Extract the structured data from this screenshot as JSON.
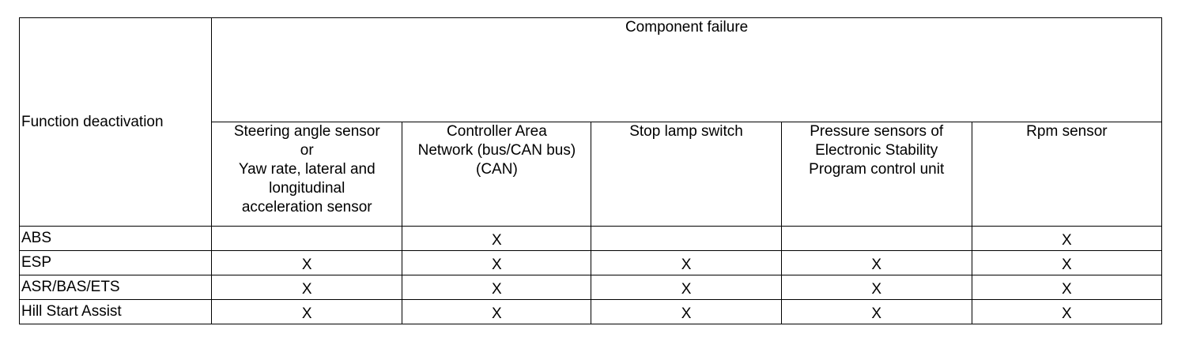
{
  "table": {
    "function_header": "Function deactivation",
    "group_header": "Component failure",
    "components": [
      [
        "Steering angle sensor",
        "or",
        "Yaw rate, lateral and",
        "longitudinal",
        "acceleration sensor"
      ],
      [
        "Controller Area",
        "Network (bus/CAN bus)",
        "(CAN)"
      ],
      [
        "Stop lamp switch"
      ],
      [
        "Pressure sensors of",
        "Electronic Stability",
        "Program control unit"
      ],
      [
        "Rpm sensor"
      ]
    ],
    "rows": [
      {
        "function": "ABS",
        "marks": [
          "",
          "X",
          "",
          "",
          "X"
        ]
      },
      {
        "function": "ESP",
        "marks": [
          "X",
          "X",
          "X",
          "X",
          "X"
        ]
      },
      {
        "function": "ASR/BAS/ETS",
        "marks": [
          "X",
          "X",
          "X",
          "X",
          "X"
        ]
      },
      {
        "function": "Hill Start Assist",
        "marks": [
          "X",
          "X",
          "X",
          "X",
          "X"
        ]
      }
    ]
  }
}
